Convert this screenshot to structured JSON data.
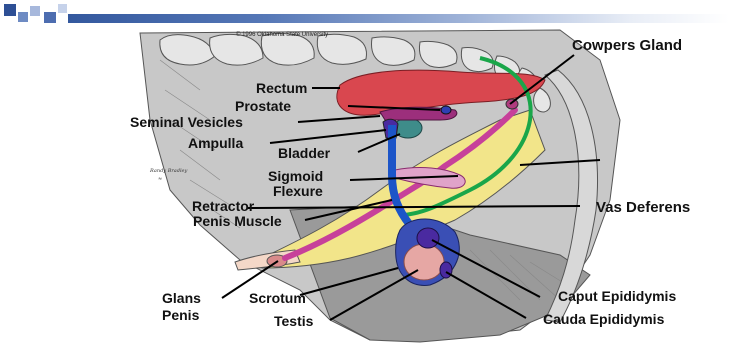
{
  "copyright": "© 1996 Oklahoma State University",
  "artist_signature": "Randy Bradley",
  "labels": {
    "cowpers_gland": "Cowpers Gland",
    "rectum": "Rectum",
    "prostate": "Prostate",
    "seminal_vesicles": "Seminal Vesicles",
    "ampulla": "Ampulla",
    "bladder": "Bladder",
    "sigmoid_flexure_1": "Sigmoid",
    "sigmoid_flexure_2": "Flexure",
    "retractor_1": "Retractor",
    "retractor_2": "Penis Muscle",
    "vas_deferens": "Vas Deferens",
    "glans_1": "Glans",
    "glans_2": "Penis",
    "scrotum": "Scrotum",
    "testis": "Testis",
    "caput_epididymis": "Caput Epididymis",
    "cauda_epididymis": "Cauda Epididymis"
  },
  "colors": {
    "spine": "#e6e6e6",
    "pelvis_bg": "#c8c8c8",
    "abdomen_bg": "#9a9a9a",
    "rectum": "#d9474f",
    "prostate": "#2d3fb3",
    "seminal_vesicles": "#9c2f7c",
    "bladder": "#3e8c8a",
    "urethra": "#a9247a",
    "penis_fat": "#f2e58a",
    "vas_deferens": "#1aa64a",
    "spermatic_cord": "#1c55c8",
    "epididymis": "#4a2aa0",
    "testis": "#e6a7a4",
    "title_bar": "#33589e"
  }
}
